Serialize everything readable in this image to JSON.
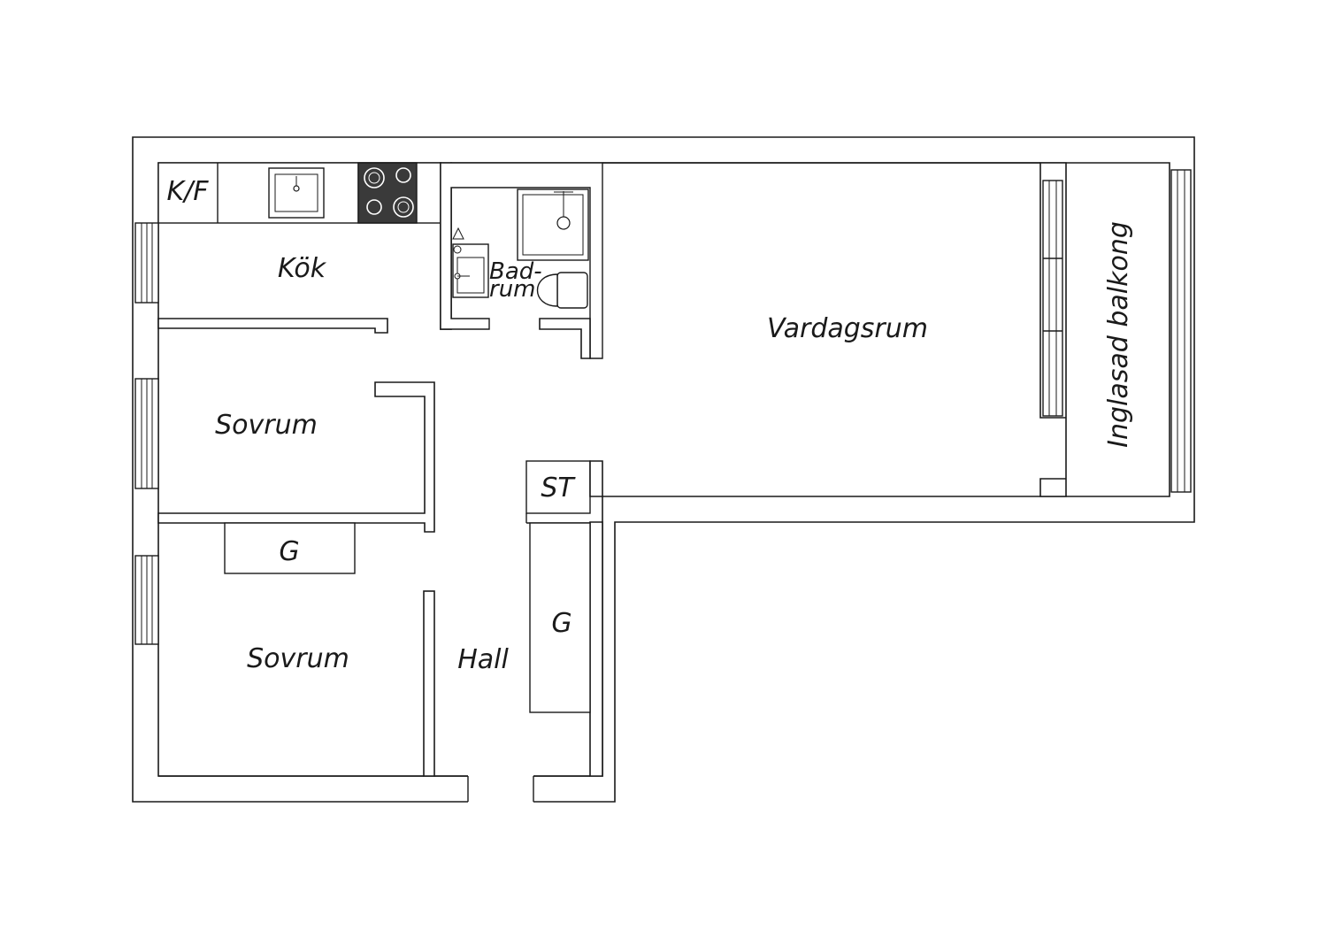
{
  "rooms": {
    "kitchen": "Kök",
    "fridge_freezer": "K/F",
    "bathroom_line1": "Bad-",
    "bathroom_line2": "rum",
    "living_room": "Vardagsrum",
    "balcony": "Inglasad balkong",
    "bedroom_top": "Sovrum",
    "bedroom_bottom": "Sovrum",
    "wardrobe_bedroom": "G",
    "wardrobe_hall": "G",
    "storage": "ST",
    "hall": "Hall"
  },
  "colors": {
    "line": "#1a1a1a",
    "background": "#ffffff",
    "stove": "#3a3a3a"
  }
}
